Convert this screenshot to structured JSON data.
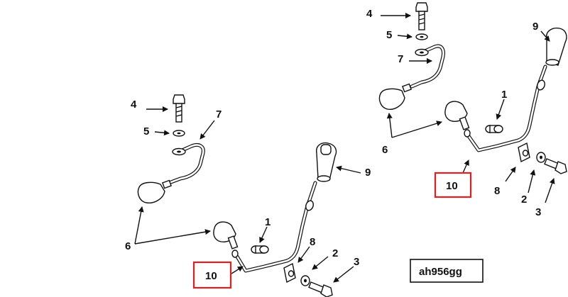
{
  "figure": {
    "id_label": "ah956gg",
    "highlight_color": "#e02020",
    "line_color": "#111111"
  },
  "left_view": {
    "callouts": [
      "4",
      "5",
      "7",
      "6",
      "9",
      "1",
      "8",
      "10",
      "2",
      "3"
    ]
  },
  "right_view": {
    "callouts": [
      "4",
      "5",
      "7",
      "9",
      "1",
      "6",
      "10",
      "8",
      "2",
      "3"
    ]
  }
}
